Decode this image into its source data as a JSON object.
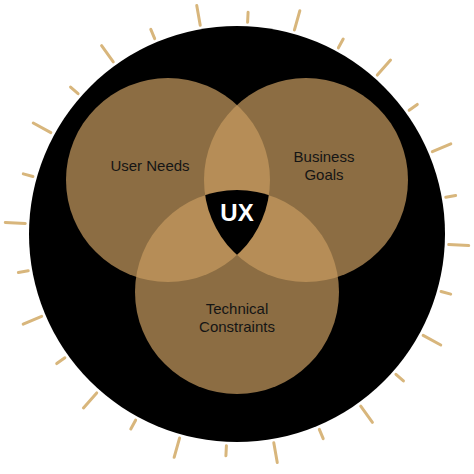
{
  "diagram": {
    "nodes": [
      {
        "text": [
          "User Needs"
        ]
      },
      {
        "text": [
          "Business Goals"
        ]
      },
      {
        "text": [
          "UX"
        ]
      },
      {
        "text": [
          "Technical Constraints"
        ]
      }
    ]
  }
}
